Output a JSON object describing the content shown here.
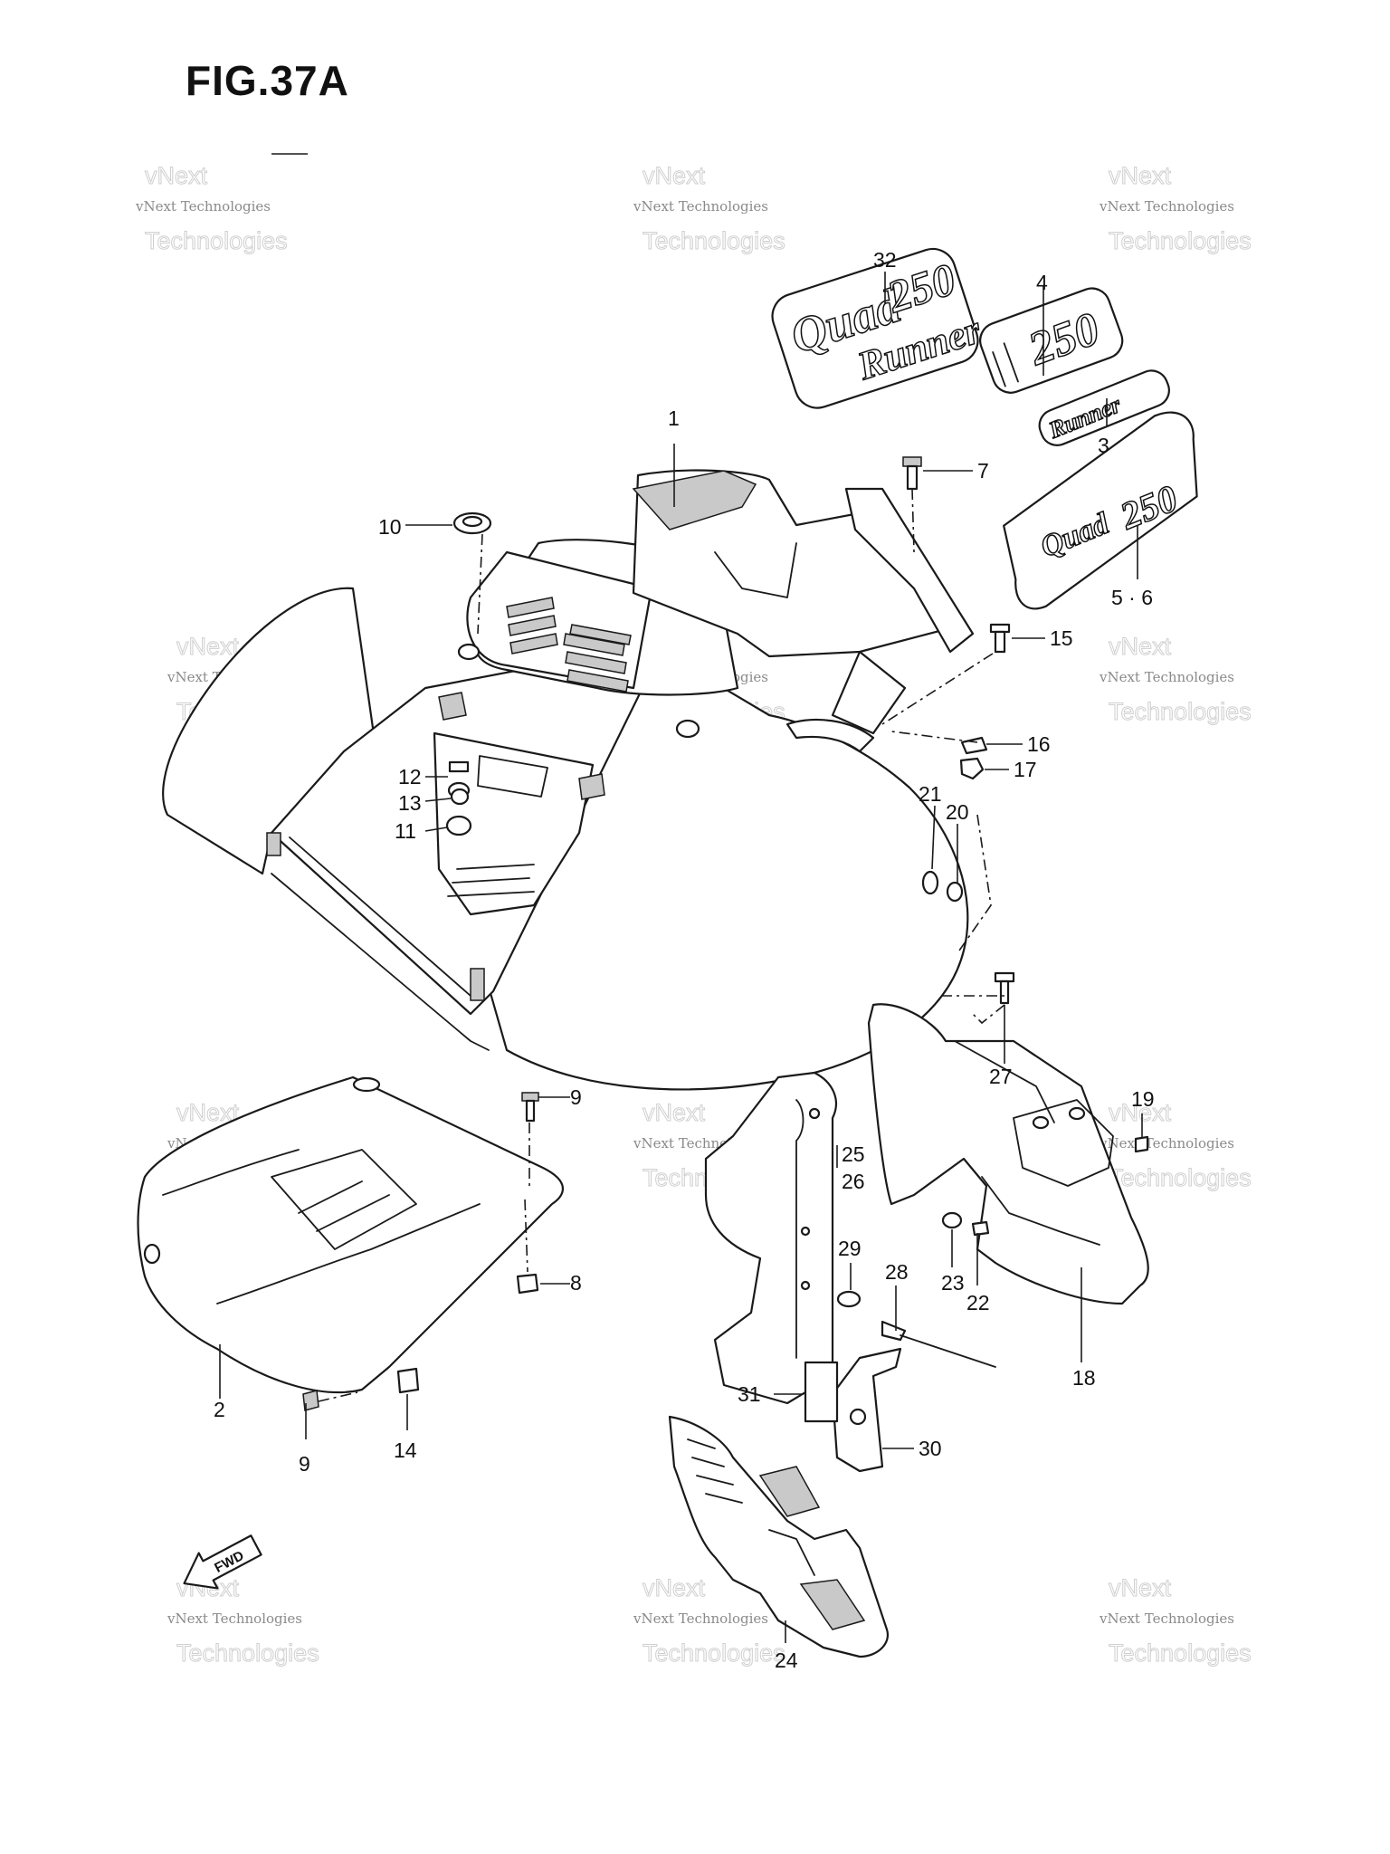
{
  "title": "FIG.37A",
  "watermark": {
    "line1": "vNext Technologies",
    "line2": "Technologies",
    "line3": "vNext"
  },
  "decal": {
    "quad": "Quad",
    "num": "250",
    "runner": "Runner",
    "fwd": "FWD"
  },
  "callouts": [
    {
      "id": "c1",
      "label": "1"
    },
    {
      "id": "c2",
      "label": "2"
    },
    {
      "id": "c3",
      "label": "3"
    },
    {
      "id": "c4",
      "label": "4"
    },
    {
      "id": "c56",
      "label": "5 · 6"
    },
    {
      "id": "c7",
      "label": "7"
    },
    {
      "id": "c8",
      "label": "8"
    },
    {
      "id": "c9a",
      "label": "9"
    },
    {
      "id": "c9b",
      "label": "9"
    },
    {
      "id": "c10",
      "label": "10"
    },
    {
      "id": "c11",
      "label": "11"
    },
    {
      "id": "c12",
      "label": "12"
    },
    {
      "id": "c13",
      "label": "13"
    },
    {
      "id": "c14",
      "label": "14"
    },
    {
      "id": "c15",
      "label": "15"
    },
    {
      "id": "c16",
      "label": "16"
    },
    {
      "id": "c17",
      "label": "17"
    },
    {
      "id": "c18",
      "label": "18"
    },
    {
      "id": "c19",
      "label": "19"
    },
    {
      "id": "c20",
      "label": "20"
    },
    {
      "id": "c21",
      "label": "21"
    },
    {
      "id": "c22",
      "label": "22"
    },
    {
      "id": "c23",
      "label": "23"
    },
    {
      "id": "c24",
      "label": "24"
    },
    {
      "id": "c25",
      "label": "25"
    },
    {
      "id": "c26",
      "label": "26"
    },
    {
      "id": "c27",
      "label": "27"
    },
    {
      "id": "c28",
      "label": "28"
    },
    {
      "id": "c29",
      "label": "29"
    },
    {
      "id": "c30",
      "label": "30"
    },
    {
      "id": "c31",
      "label": "31"
    },
    {
      "id": "c32",
      "label": "32"
    }
  ]
}
